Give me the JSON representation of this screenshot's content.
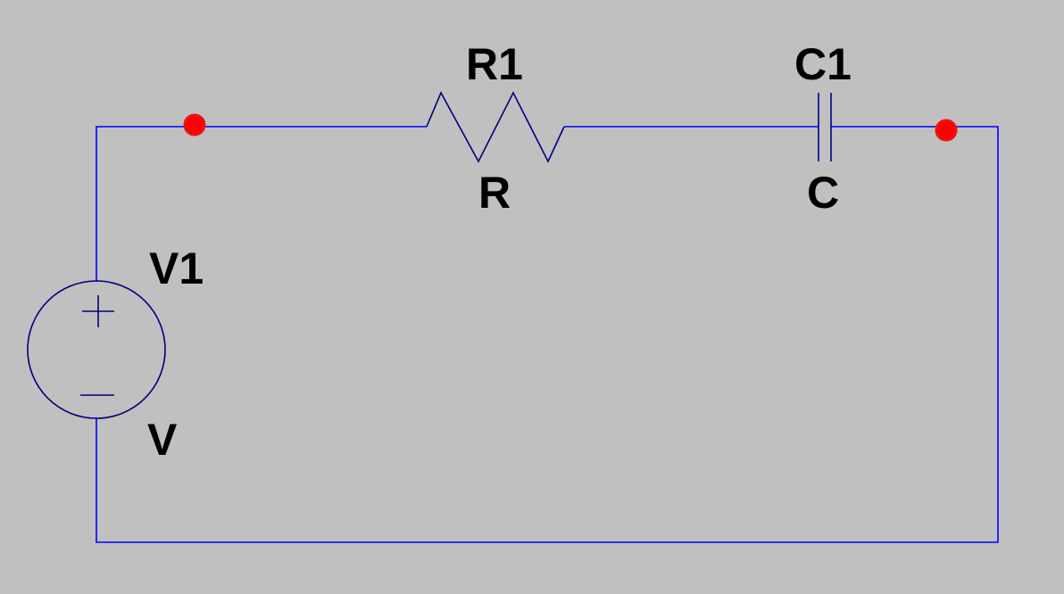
{
  "colors": {
    "background": "#c0c0c0",
    "wire": "#0000ff",
    "component": "#000080",
    "label": "#000000",
    "marker": "#ff0000"
  },
  "components": {
    "resistor": {
      "name": "R1",
      "value": "R"
    },
    "capacitor": {
      "name": "C1",
      "value": "C"
    },
    "source": {
      "name": "V1",
      "value": "V"
    }
  }
}
